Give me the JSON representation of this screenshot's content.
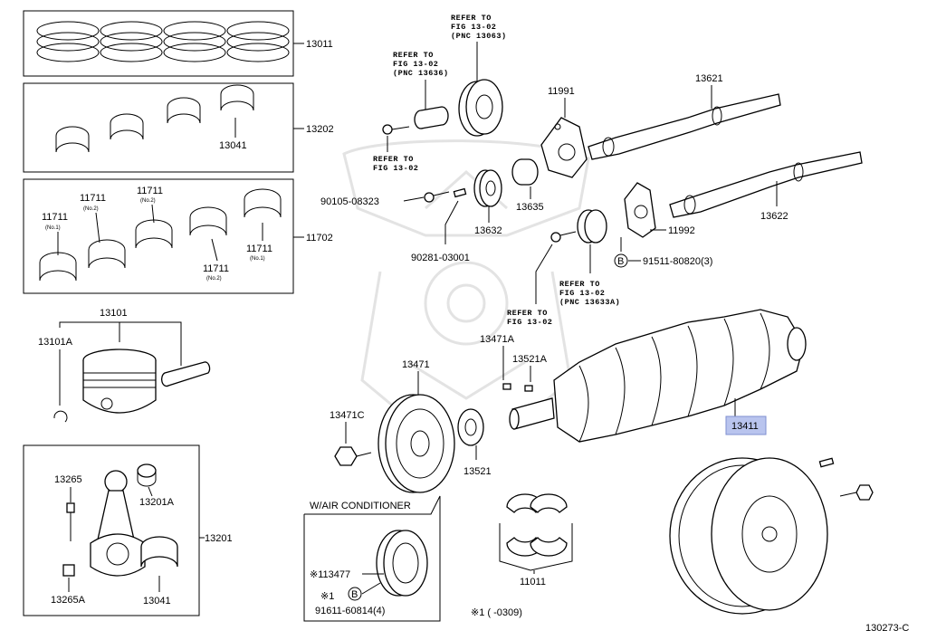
{
  "parts": {
    "rings": "13011",
    "bearings_upper": "13202",
    "bearing_13041_top": "13041",
    "bearings_lower": "11702",
    "b1_no": "11711",
    "b1_sub": "(No.1)",
    "b2_no": "11711",
    "b2_sub": "(No.2)",
    "b3_no": "11711",
    "b3_sub": "(No.2)",
    "b4_no": "11711",
    "b4_sub": "(No.2)",
    "b5_no": "11711",
    "b5_sub": "(No.1)",
    "piston": "13101",
    "piston_clip": "13101A",
    "conrod_set": "13201",
    "conrod_bolt": "13265",
    "conrod_bush": "13201A",
    "conrod_nut": "13265A",
    "conrod_bearing": "13041",
    "bolt_90105": "90105-08323",
    "pin_90281": "90281-03001",
    "gear_13632": "13632",
    "gear_13635": "13635",
    "plate_11991": "11991",
    "balancer_13621": "13621",
    "balancer_13622": "13622",
    "plate_11992": "11992",
    "bolt_91511": "91511-80820(3)",
    "pulley_13471": "13471",
    "key_13471a": "13471A",
    "key_13521a": "13521A",
    "bolt_13471c": "13471C",
    "gear_13521": "13521",
    "crankshaft": "13411",
    "thrust_11011": "11011",
    "pulley_ac": "※113477",
    "ac_note_sym": "※1",
    "bolt_91611": "91611-60814(4)",
    "footnote": "※1 (      -0309)",
    "figure_code": "130273-C",
    "circle_b": "B"
  },
  "refs": {
    "r1": [
      "REFER TO",
      "FIG 13-02",
      "(PNC 13063)"
    ],
    "r2": [
      "REFER TO",
      "FIG 13-02",
      "(PNC 13636)"
    ],
    "r3": [
      "REFER TO",
      "FIG 13-02"
    ],
    "r4": [
      "REFER TO",
      "FIG 13-02",
      "(PNC 13633A)"
    ],
    "r5": [
      "REFER TO",
      "FIG 13-02"
    ]
  },
  "ac_box_title": "W/AIR CONDITIONER",
  "colors": {
    "highlight": "#b9c4ee",
    "line": "#000000",
    "watermark": "#e3e3e3"
  }
}
